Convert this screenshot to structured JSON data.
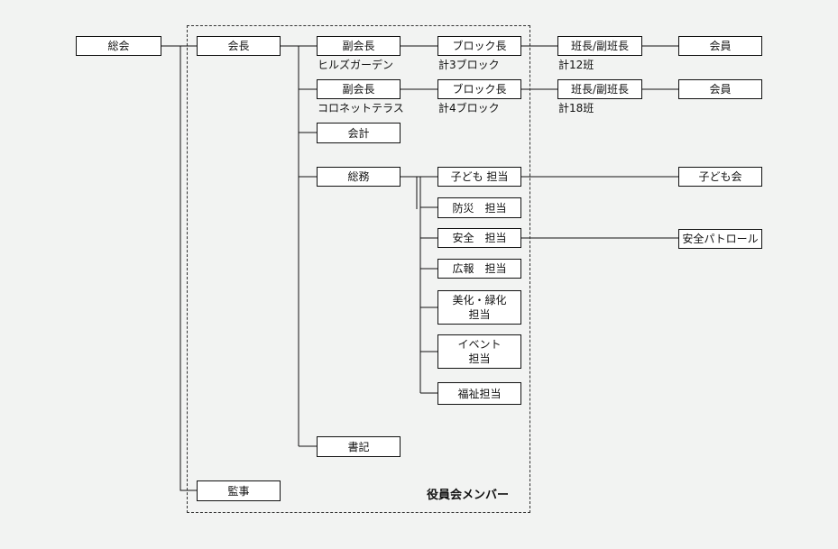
{
  "diagram": {
    "soukai": "総会",
    "kaichou": "会長",
    "kansa": "監事",
    "fukukaichou_1": {
      "label": "副会長",
      "note": "ヒルズガーデン"
    },
    "fukukaichou_2": {
      "label": "副会長",
      "note": "コロネットテラス"
    },
    "block_1": {
      "label": "ブロック長",
      "note": "計3ブロック"
    },
    "block_2": {
      "label": "ブロック長",
      "note": "計4ブロック"
    },
    "han_1": {
      "label": "班長/副班長",
      "note": "計12班"
    },
    "han_2": {
      "label": "班長/副班長",
      "note": "計18班"
    },
    "kaiin_1": "会員",
    "kaiin_2": "会員",
    "kaikei": "会計",
    "soumu": "総務",
    "shoki": "書記",
    "tantou": [
      {
        "lines": [
          "子ども 担当"
        ]
      },
      {
        "lines": [
          "防災　担当"
        ]
      },
      {
        "lines": [
          "安全　担当"
        ]
      },
      {
        "lines": [
          "広報　担当"
        ]
      },
      {
        "lines": [
          "美化・緑化",
          "担当"
        ]
      },
      {
        "lines": [
          "イベント",
          "担当"
        ]
      },
      {
        "lines": [
          "福祉担当"
        ]
      }
    ],
    "kodomokai": "子ども会",
    "anzen_patrol": "安全パトロール",
    "member_label": "役員会メンバー"
  }
}
